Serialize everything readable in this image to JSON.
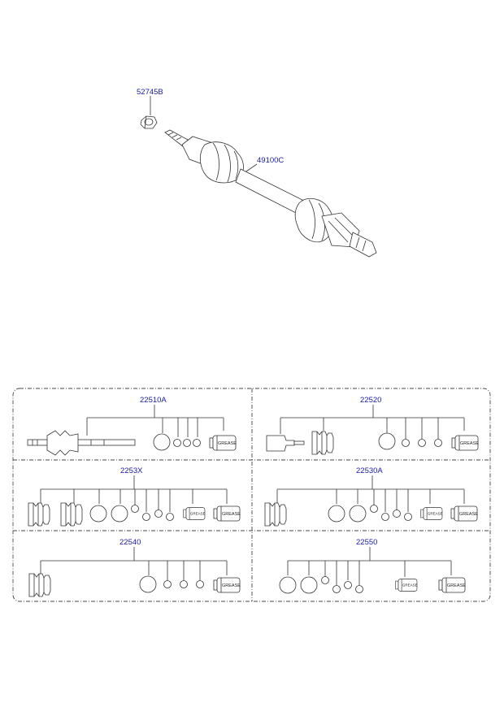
{
  "diagram": {
    "main_assembly": {
      "nut_label": "52745B",
      "shaft_label": "49100C"
    },
    "kits": [
      {
        "label": "22510A",
        "greases": [
          "GREASE"
        ]
      },
      {
        "label": "22520",
        "greases": [
          "GREASE"
        ]
      },
      {
        "label": "2253X",
        "greases": [
          "GREASE",
          "GREASE"
        ]
      },
      {
        "label": "22530A",
        "greases": [
          "GREASE",
          "GREASE"
        ]
      },
      {
        "label": "22540",
        "greases": [
          "GREASE"
        ]
      },
      {
        "label": "22550",
        "greases": [
          "GREASE",
          "GREASE"
        ]
      }
    ]
  }
}
